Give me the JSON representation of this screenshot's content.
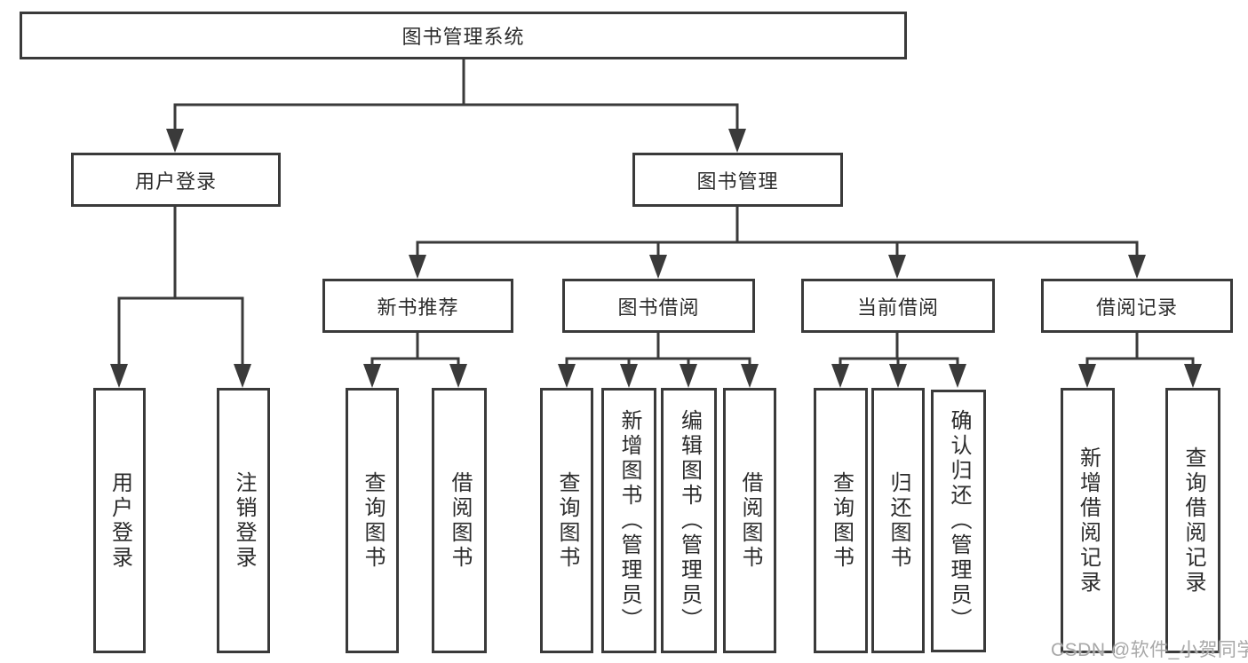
{
  "colors": {
    "line": "#3a3a3a",
    "text": "#2c2c2c",
    "watermark_text": "#a8a8a8",
    "background": "#ffffff"
  },
  "watermark": "CSDN @软件_小贺同学",
  "tree": {
    "label": "图书管理系统",
    "children": [
      {
        "label": "用户登录",
        "children": [
          {
            "label": "用户登录"
          },
          {
            "label": "注销登录"
          }
        ]
      },
      {
        "label": "图书管理",
        "children": [
          {
            "label": "新书推荐",
            "children": [
              {
                "label": "查询图书"
              },
              {
                "label": "借阅图书"
              }
            ]
          },
          {
            "label": "图书借阅",
            "children": [
              {
                "label": "查询图书"
              },
              {
                "label": "新增图书（管理员）"
              },
              {
                "label": "编辑图书（管理员）"
              },
              {
                "label": "借阅图书"
              }
            ]
          },
          {
            "label": "当前借阅",
            "children": [
              {
                "label": "查询图书"
              },
              {
                "label": "归还图书"
              },
              {
                "label": "确认归还（管理员）"
              }
            ]
          },
          {
            "label": "借阅记录",
            "children": [
              {
                "label": "新增借阅记录"
              },
              {
                "label": "查询借阅记录"
              }
            ]
          }
        ]
      }
    ]
  }
}
